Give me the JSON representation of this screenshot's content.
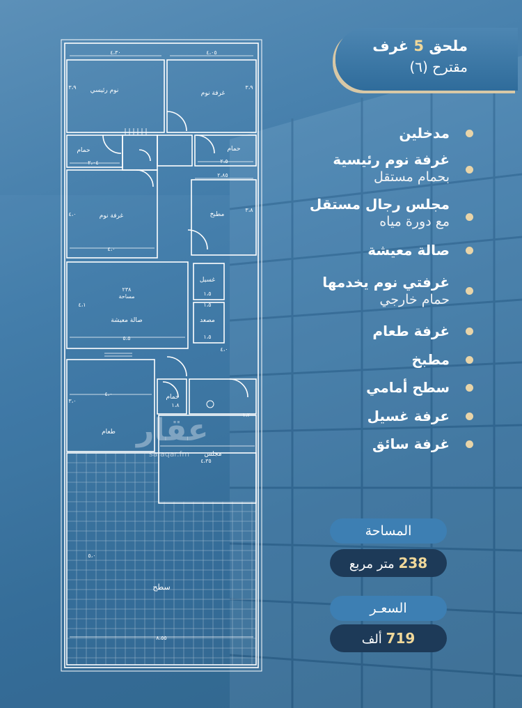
{
  "header": {
    "title_prefix": "ملحق",
    "title_number": "5",
    "title_suffix": "غرف",
    "subtitle": "مقترح (٦)"
  },
  "features": [
    {
      "main": "مدخلين",
      "sub": ""
    },
    {
      "main": "غرفة نوم رئيسية",
      "sub": "بحمام مستقل"
    },
    {
      "main": "مجلس رجال مستقل",
      "sub": "مع دورة مياه"
    },
    {
      "main": "صالة معيشة",
      "sub": ""
    },
    {
      "main": "غرفتي نوم يخدمها",
      "sub": "حمام خارجي"
    },
    {
      "main": "غرفة طعام",
      "sub": ""
    },
    {
      "main": "مطبخ",
      "sub": ""
    },
    {
      "main": "سطح أمامي",
      "sub": ""
    },
    {
      "main": "عرفة غسيل",
      "sub": ""
    },
    {
      "main": "غرفة سائق",
      "sub": ""
    }
  ],
  "area": {
    "label": "المساحة",
    "value_number": "238",
    "value_unit": "متر مربع"
  },
  "price": {
    "label": "السعـر",
    "value_number": "719",
    "value_unit": "ألف"
  },
  "watermark": {
    "logo_text": "عقار",
    "url": "sa.aqar.fm"
  },
  "floor_plan": {
    "rooms": {
      "master_bedroom": "نوم رئيسي",
      "bedroom_top": "غرفة نوم",
      "bath_left": "حمام",
      "bath_right": "حمام",
      "bedroom_left": "غرفة نوم",
      "kitchen": "مطبخ",
      "laundry": "غسيل",
      "elevator": "مصعد",
      "living": "صالة معيشة",
      "area_note_value": "٢٣٨",
      "area_note_label": "مساحة",
      "dining": "طعام",
      "bath_small": "حمام",
      "majlis": "مجلس",
      "roof": "سطح"
    },
    "dimensions": {
      "d1": "٤،٣٠",
      "d2": "٤،٠٥",
      "d3": "٣،٩",
      "d4": "٣،٩",
      "d5": "٢،٠٤",
      "d6": "٢،٥",
      "d7": "٢،٨٥",
      "d8": "٣،٨",
      "d9": "٤،٠",
      "d10": "٤،٠",
      "d11": "١،٥",
      "d12": "١،٥",
      "d13": "٤،١",
      "d14": "٥،٥",
      "d15": "٤،٠",
      "d16": "٣،٠",
      "d17": "٤،٠",
      "d18": "١،٨",
      "d19": "١،٢",
      "d20": "٤،٣٥",
      "d21": "٨،٥٥",
      "d22": "٥،٠",
      "d23": "١،٥"
    }
  },
  "colors": {
    "accent_gold": "#f0d89a",
    "bullet": "#e8d4a8",
    "dark_pill": "#1d3a58",
    "light_pill": "#3d7fb3"
  }
}
